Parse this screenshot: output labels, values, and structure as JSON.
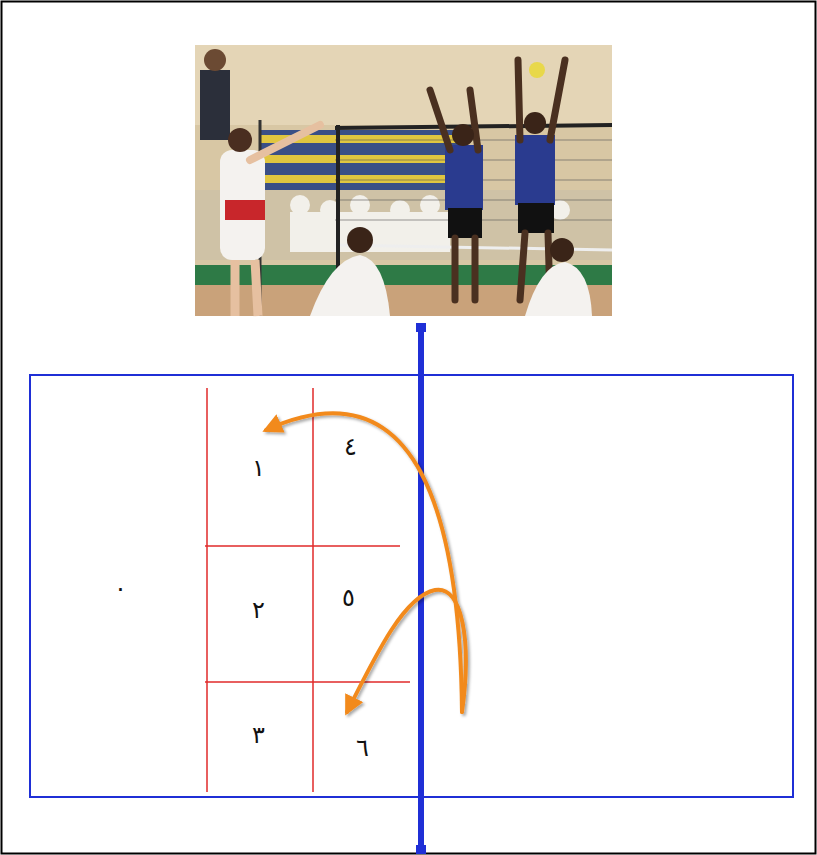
{
  "diagram": {
    "labels": [
      "١",
      "٤",
      "٢",
      "٥",
      "٣",
      "٦",
      "٠"
    ]
  }
}
